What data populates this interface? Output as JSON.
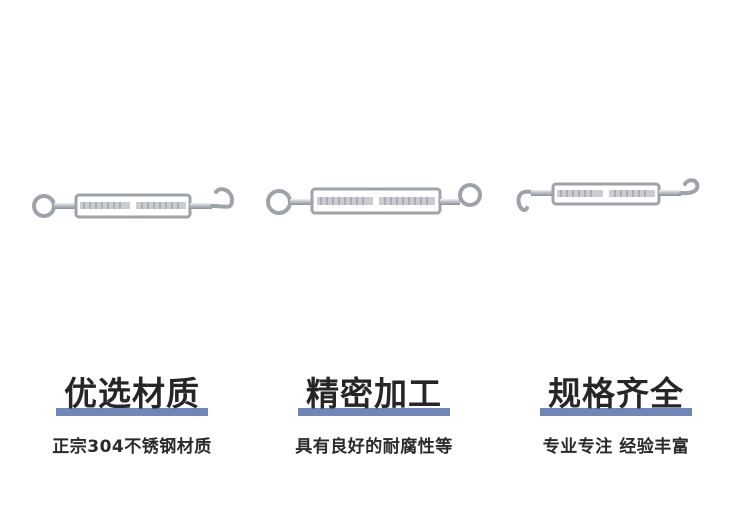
{
  "products": [
    {
      "name": "turnbuckle-eye-hook"
    },
    {
      "name": "turnbuckle-eye-eye"
    },
    {
      "name": "turnbuckle-hook-hook"
    }
  ],
  "features": [
    {
      "title": "优选材质",
      "subtitle": "正宗304不锈钢材质"
    },
    {
      "title": "精密加工",
      "subtitle": "具有良好的耐腐性等"
    },
    {
      "title": "规格齐全",
      "subtitle": "专业专注 经验丰富"
    }
  ],
  "colors": {
    "accent_bar": "#6f86b8",
    "metal": "#b9bdc3"
  }
}
